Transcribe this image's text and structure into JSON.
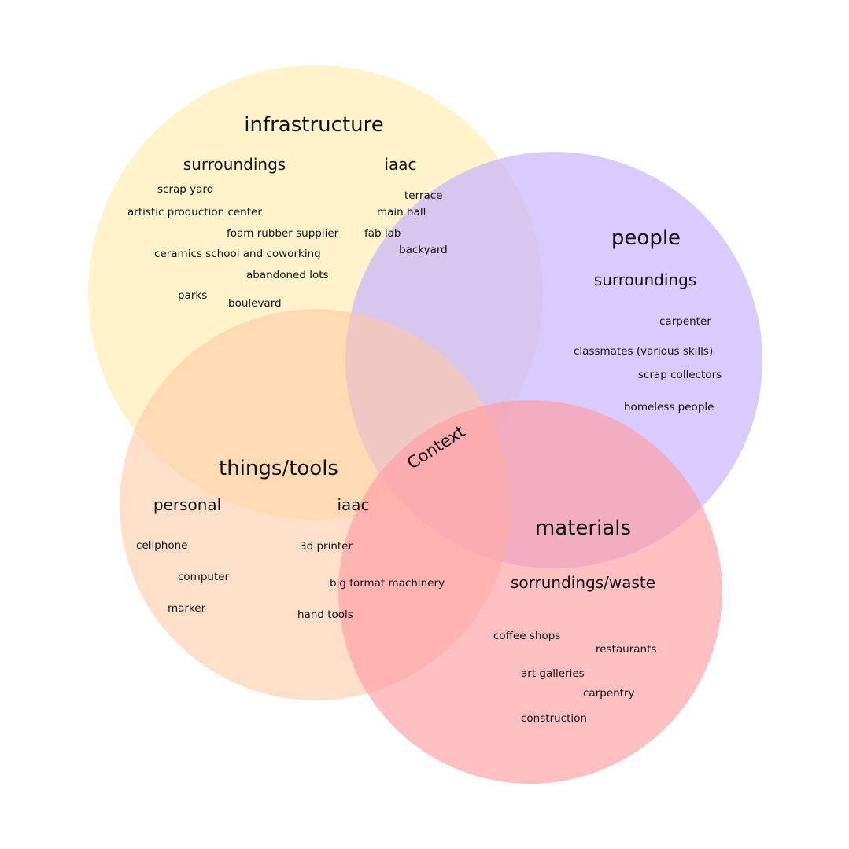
{
  "colors": {
    "infrastructure": "#FFE9A0",
    "people": "#C5AEFF",
    "things_tools": "#FFC9A6",
    "materials": "#FF9CA3",
    "text": "#111111"
  },
  "center_label": "Context",
  "infrastructure": {
    "title": "infrastructure",
    "surroundings": {
      "heading": "surroundings",
      "items": [
        "scrap yard",
        "artistic production center",
        "foam rubber supplier",
        "ceramics school and coworking",
        "abandoned lots",
        "parks",
        "boulevard"
      ]
    },
    "iaac": {
      "heading": "iaac",
      "items": [
        "terrace",
        "main hall",
        "fab lab",
        "backyard"
      ]
    }
  },
  "people": {
    "title": "people",
    "surroundings": {
      "heading": "surroundings",
      "items": [
        "carpenter",
        "classmates (various skills)",
        "scrap collectors",
        "homeless people"
      ]
    }
  },
  "things_tools": {
    "title": "things/tools",
    "personal": {
      "heading": "personal",
      "items": [
        "cellphone",
        "computer",
        "marker"
      ]
    },
    "iaac": {
      "heading": "iaac",
      "items": [
        "3d printer",
        "big format machinery",
        "hand tools"
      ]
    }
  },
  "materials": {
    "title": "materials",
    "waste": {
      "heading": "sorrundings/waste",
      "items": [
        "coffee shops",
        "restaurants",
        "art galleries",
        "carpentry",
        "construction"
      ]
    }
  }
}
